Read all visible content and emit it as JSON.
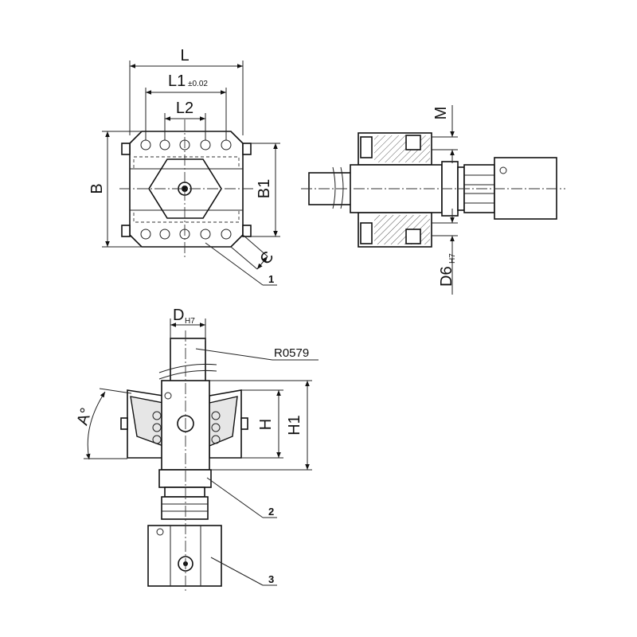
{
  "diagram": {
    "top_view": {
      "dim_L": "L",
      "dim_L1": "L1",
      "dim_L1_tol": "±0.02",
      "dim_L2": "L2",
      "dim_B": "B",
      "dim_B1": "B1",
      "dim_C": "C",
      "callout_1": "1"
    },
    "side_view": {
      "dim_M": "M",
      "dim_D6": "D6",
      "dim_D6_tol": "H7"
    },
    "front_view": {
      "dim_D": "D",
      "dim_D_tol": "H7",
      "part_code": "R0579",
      "dim_A": "A°",
      "dim_H": "H",
      "dim_H1": "H1",
      "callout_2": "2",
      "callout_3": "3"
    }
  }
}
